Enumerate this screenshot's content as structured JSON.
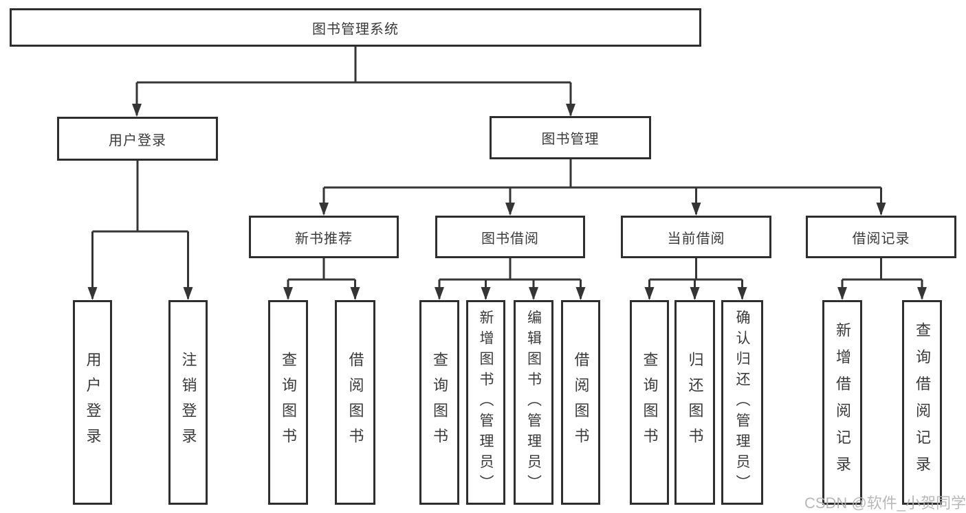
{
  "diagram": {
    "type": "hierarchy-structure-chart",
    "colors": {
      "background": "#ffffff",
      "border": "#2e2e2e",
      "line": "#353535",
      "text": "#3a3a3a",
      "watermark": "#b2b2b2"
    },
    "tree": {
      "label": "图书管理系统",
      "children": [
        {
          "label": "用户登录",
          "children": [
            {
              "label": "用户登录"
            },
            {
              "label": "注销登录"
            }
          ]
        },
        {
          "label": "图书管理",
          "children": [
            {
              "label": "新书推荐",
              "children": [
                {
                  "label": "查询图书"
                },
                {
                  "label": "借阅图书"
                }
              ]
            },
            {
              "label": "图书借阅",
              "children": [
                {
                  "label": "查询图书"
                },
                {
                  "label": "新增图书（管理员）"
                },
                {
                  "label": "编辑图书（管理员）"
                },
                {
                  "label": "借阅图书"
                }
              ]
            },
            {
              "label": "当前借阅",
              "children": [
                {
                  "label": "查询图书"
                },
                {
                  "label": "归还图书"
                },
                {
                  "label": "确认归还（管理员）"
                }
              ]
            },
            {
              "label": "借阅记录",
              "children": [
                {
                  "label": "新增借阅记录"
                },
                {
                  "label": "查询借阅记录"
                }
              ]
            }
          ]
        }
      ]
    },
    "watermark": "CSDN @软件_小贺同学"
  }
}
